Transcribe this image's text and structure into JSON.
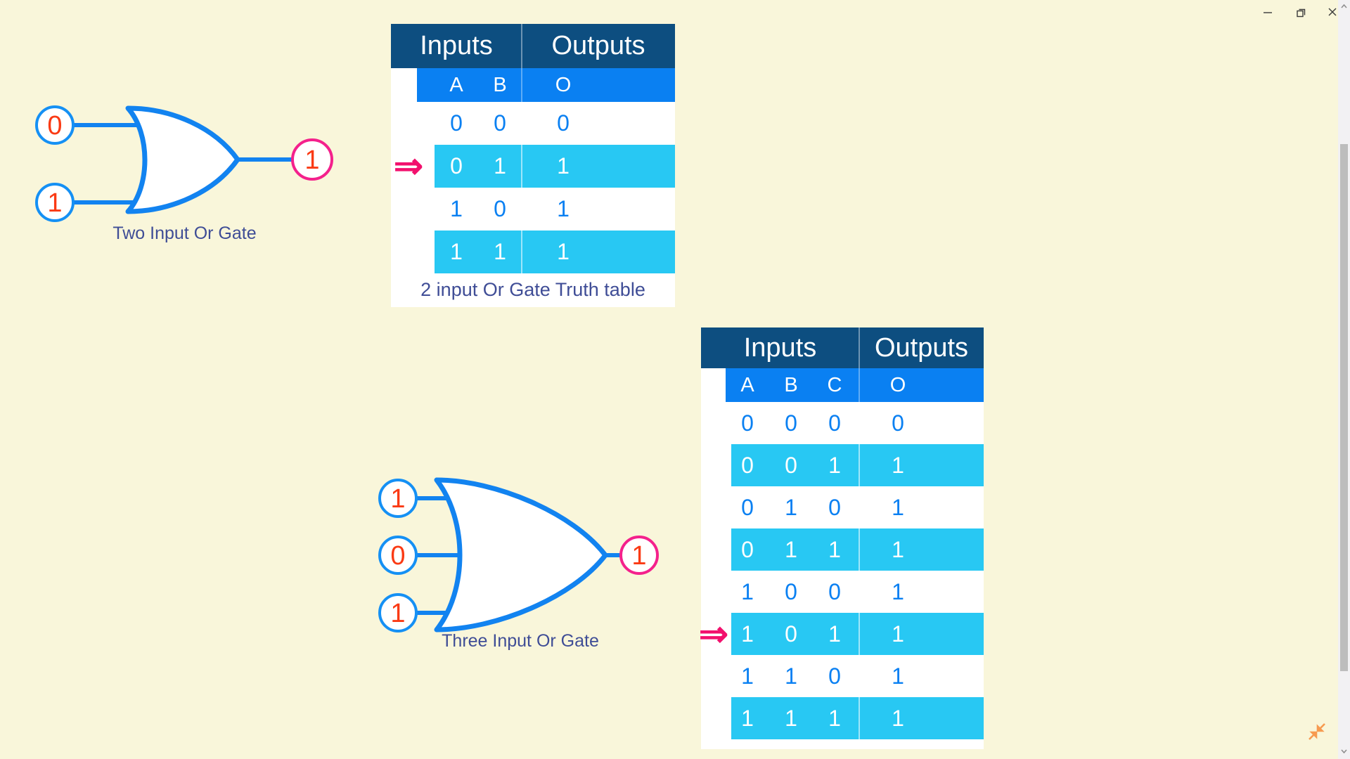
{
  "colors": {
    "bg": "#f9f6da",
    "navy": "#0d4e80",
    "blue": "#0a80f2",
    "cyan": "#28c8f3",
    "capnavy": "#3f4d96",
    "red": "#fa3a14",
    "pink": "#f4218c",
    "arrowpink": "#f2106d",
    "gateblue": "#1283f0",
    "circleblue": "#1590f4",
    "orange": "#f79a50",
    "scrolltrack": "#f2f1f3",
    "scrollthumb": "#bdbdbd"
  },
  "icons": {
    "minimize": "minimize-icon",
    "restore": "restore-window-icon",
    "close": "close-icon",
    "row_arrow": "⇒",
    "collapse": "collapse-diagonal-arrows-icon",
    "scroll_up": "chevron-up-icon",
    "scroll_down": "chevron-down-icon"
  },
  "diagrams": [
    {
      "label": "Two Input Or Gate",
      "inputs": [
        "0",
        "1"
      ],
      "output": "1"
    },
    {
      "label": "Three Input Or Gate",
      "inputs": [
        "1",
        "0",
        "1"
      ],
      "output": "1"
    }
  ],
  "tables": [
    {
      "header_inputs": "Inputs",
      "header_outputs": "Outputs",
      "input_cols": [
        "A",
        "B"
      ],
      "output_cols": [
        "O"
      ],
      "rows": [
        [
          "0",
          "0",
          "0"
        ],
        [
          "0",
          "1",
          "1"
        ],
        [
          "1",
          "0",
          "1"
        ],
        [
          "1",
          "1",
          "1"
        ]
      ],
      "highlighted_rows": [
        1,
        3
      ],
      "arrow_row": 1,
      "caption": "2 input Or Gate Truth table"
    },
    {
      "header_inputs": "Inputs",
      "header_outputs": "Outputs",
      "input_cols": [
        "A",
        "B",
        "C"
      ],
      "output_cols": [
        "O"
      ],
      "rows": [
        [
          "0",
          "0",
          "0",
          "0"
        ],
        [
          "0",
          "0",
          "1",
          "1"
        ],
        [
          "0",
          "1",
          "0",
          "1"
        ],
        [
          "0",
          "1",
          "1",
          "1"
        ],
        [
          "1",
          "0",
          "0",
          "1"
        ],
        [
          "1",
          "0",
          "1",
          "1"
        ],
        [
          "1",
          "1",
          "0",
          "1"
        ],
        [
          "1",
          "1",
          "1",
          "1"
        ]
      ],
      "highlighted_rows": [
        1,
        3,
        5,
        7
      ],
      "arrow_row": 5
    }
  ]
}
